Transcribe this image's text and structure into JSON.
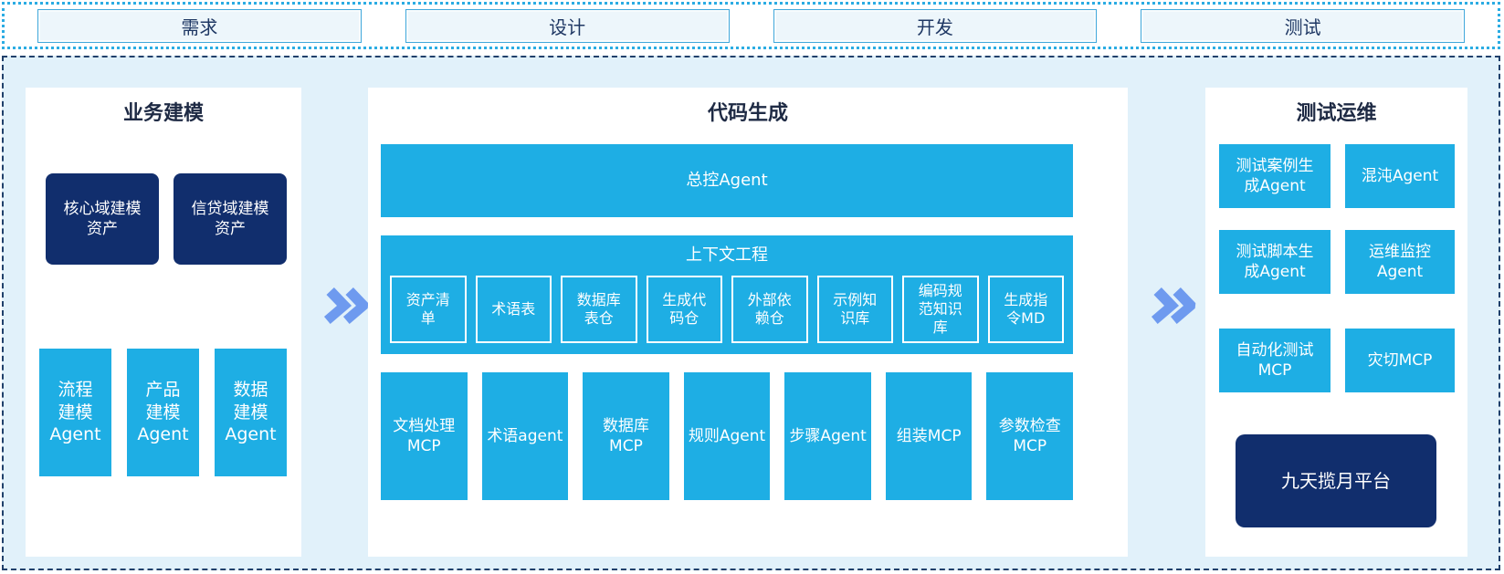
{
  "colors": {
    "cyan": "#1EAEE4",
    "navy": "#112E6D",
    "panel_background": "#FFFFFF",
    "container_background": "#E1F1FA",
    "container_dashed_border": "#20406B",
    "top_strip_dotted_border": "#2BACE3",
    "phase_box_fill": "#EDF6FB",
    "phase_box_border": "#41A8DB",
    "title_text": "#1E2A44",
    "chevron": "#6E9AEF"
  },
  "icons": {
    "chevron_right_double": "»"
  },
  "phases": [
    {
      "label": "需求"
    },
    {
      "label": "设计"
    },
    {
      "label": "开发"
    },
    {
      "label": "测试"
    }
  ],
  "panels": {
    "business": {
      "title": "业务建模",
      "assets": [
        {
          "label": "核心域建模\n资产"
        },
        {
          "label": "信贷域建模\n资产"
        }
      ],
      "agents": [
        {
          "label": "流程\n建模\nAgent"
        },
        {
          "label": "产品\n建模\nAgent"
        },
        {
          "label": "数据\n建模\nAgent"
        }
      ]
    },
    "codegen": {
      "title": "代码生成",
      "master_agent": "总控Agent",
      "context_title": "上下文工程",
      "context_items": [
        {
          "label": "资产清\n单"
        },
        {
          "label": "术语表"
        },
        {
          "label": "数据库\n表仓"
        },
        {
          "label": "生成代\n码仓"
        },
        {
          "label": "外部依\n赖仓"
        },
        {
          "label": "示例知\n识库"
        },
        {
          "label": "编码规\n范知识\n库"
        },
        {
          "label": "生成指\n令MD"
        }
      ],
      "bottom_items": [
        {
          "label": "文档处理\nMCP"
        },
        {
          "label": "术语agent"
        },
        {
          "label": "数据库\nMCP"
        },
        {
          "label": "规则Agent"
        },
        {
          "label": "步骤Agent"
        },
        {
          "label": "组装MCP"
        },
        {
          "label": "参数检查\nMCP"
        }
      ]
    },
    "testops": {
      "title": "测试运维",
      "boxes": [
        {
          "label": "测试案例生\n成Agent"
        },
        {
          "label": "混沌Agent"
        },
        {
          "label": "测试脚本生\n成Agent"
        },
        {
          "label": "运维监控\nAgent"
        },
        {
          "label": "自动化测试\nMCP"
        },
        {
          "label": "灾切MCP"
        }
      ],
      "platform": "九天揽月平台"
    }
  }
}
